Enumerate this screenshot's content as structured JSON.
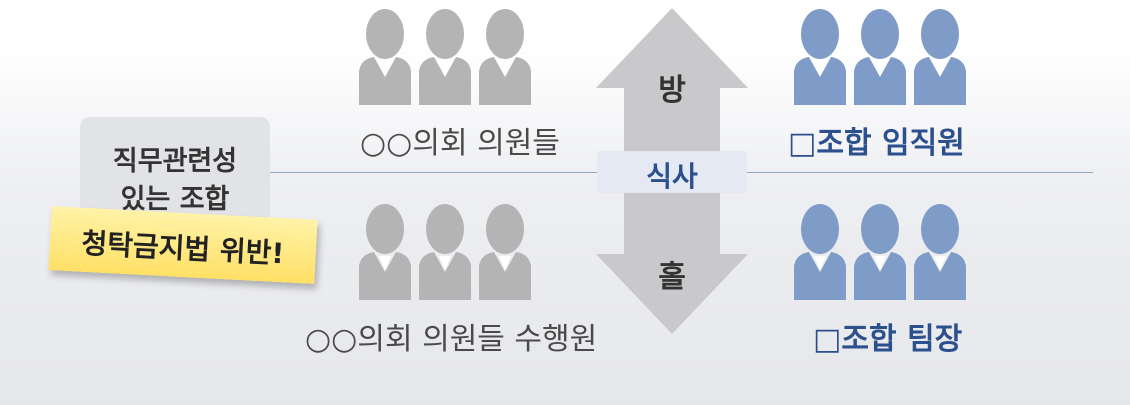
{
  "left_box": {
    "line1": "직무관련성",
    "line2": "있는 조합"
  },
  "violation_note": "청탁금지법 위반!",
  "arrow": {
    "top_text": "방",
    "center_text": "식사",
    "bottom_text": "홀"
  },
  "groups": {
    "top_left": "○○의회 의원들",
    "bottom_left": "○○의회 의원들 수행원",
    "top_right": "□조합 임직원",
    "bottom_right": "□조합 팀장"
  },
  "colors": {
    "gray_people": "#b4b4b4",
    "blue_people": "#7f9cc9",
    "arrow": "#c9c9cc",
    "label_blue": "#2c4f8e",
    "note_yellow": "#ffe67a"
  }
}
